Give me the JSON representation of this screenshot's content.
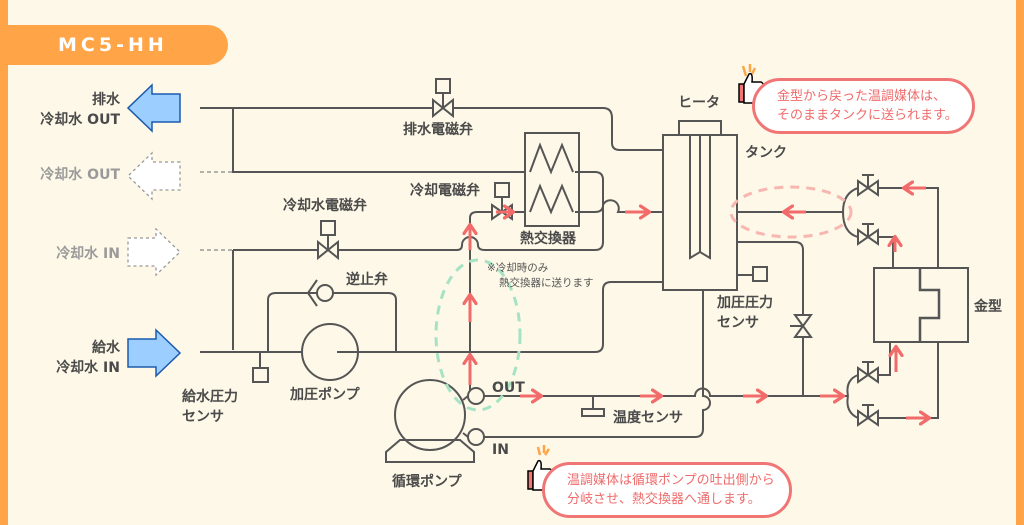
{
  "header": {
    "model": "MC5-HH"
  },
  "ports": {
    "drain_out": {
      "line1": "排水",
      "line2": "冷却水 OUT"
    },
    "cooling_out": {
      "label": "冷却水 OUT"
    },
    "cooling_in": {
      "label": "冷却水 IN"
    },
    "supply_in": {
      "line1": "給水",
      "line2": "冷却水 IN"
    }
  },
  "components": {
    "drain_valve": "排水電磁弁",
    "cooling_water_valve": "冷却水電磁弁",
    "cooling_valve": "冷却電磁弁",
    "heat_exchanger": "熱交換器",
    "check_valve": "逆止弁",
    "booster_pump": "加圧ポンプ",
    "supply_pressure_sensor": {
      "line1": "給水圧力",
      "line2": "センサ"
    },
    "circulation_pump": "循環ポンプ",
    "pump_out": "OUT",
    "pump_in": "IN",
    "temperature_sensor": "温度センサ",
    "heater": "ヒータ",
    "tank": "タンク",
    "pressurize_sensor": {
      "line1": "加圧圧力",
      "line2": "センサ"
    },
    "mold": "金型"
  },
  "notes": {
    "cooling_only": {
      "line1": "※冷却時のみ",
      "line2": "熱交換器に送ります"
    }
  },
  "callouts": {
    "top": {
      "line1": "金型から戻った温調媒体は、",
      "line2": "そのままタンクに送られます。"
    },
    "bottom": {
      "line1": "温調媒体は循環ポンプの吐出側から",
      "line2": "分岐させ、熱交換器へ通します。"
    }
  },
  "colors": {
    "accent": "#ffa548",
    "flow_arrow": "#f26b6b",
    "pipe": "#555555",
    "active_port": "#9ccfff",
    "highlight_green": "#a6e3c4",
    "highlight_pink": "#f7b7b0"
  }
}
